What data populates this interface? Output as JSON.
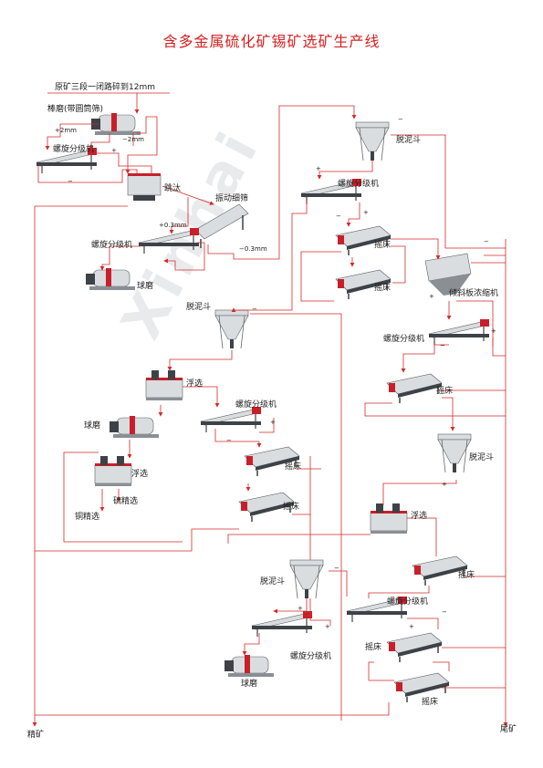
{
  "title": "含多金属硫化矿锡矿选矿生产线",
  "watermark": "Xinhai",
  "nodes": {
    "raw_ore": "原矿三段一闭路碎到12mm",
    "rod_mill": "棒磨(带圆筒筛)",
    "spiral_1": "螺旋分级机",
    "jig": "跳汰",
    "vib_screen": "振动细筛",
    "spiral_2": "螺旋分级机",
    "ball_mill_1": "球磨",
    "desliming_1": "脱泥斗",
    "spiral_3": "螺旋分级机",
    "table_1": "摇床",
    "table_2": "摇床",
    "thickener": "倾斜板浓缩机",
    "desliming_2": "脱泥斗",
    "spiral_4": "螺旋分级机",
    "table_3": "摇床",
    "flotation_1": "浮选",
    "spiral_5": "螺旋分级机",
    "ball_mill_2": "球磨",
    "flotation_2": "浮选",
    "sulfur_conc": "硫精选",
    "copper_conc": "铜精选",
    "table_4": "摇床",
    "table_5": "摇床",
    "desliming_3": "脱泥斗",
    "flotation_3": "浮选",
    "table_6": "摇床",
    "desliming_4": "脱泥斗",
    "spiral_6": "螺旋分级机",
    "spiral_7": "螺旋分级机",
    "table_7": "摇床",
    "ball_mill_3": "球磨",
    "table_8": "摇床",
    "concentrate": "精矿",
    "tailings": "尾矿"
  },
  "stream_labels": {
    "plus_2mm": "+2mm",
    "minus_2mm": "−2mm",
    "plus_03mm": "+0.3mm",
    "minus_03mm": "−0.3mm",
    "plus": "+",
    "minus": "−"
  }
}
